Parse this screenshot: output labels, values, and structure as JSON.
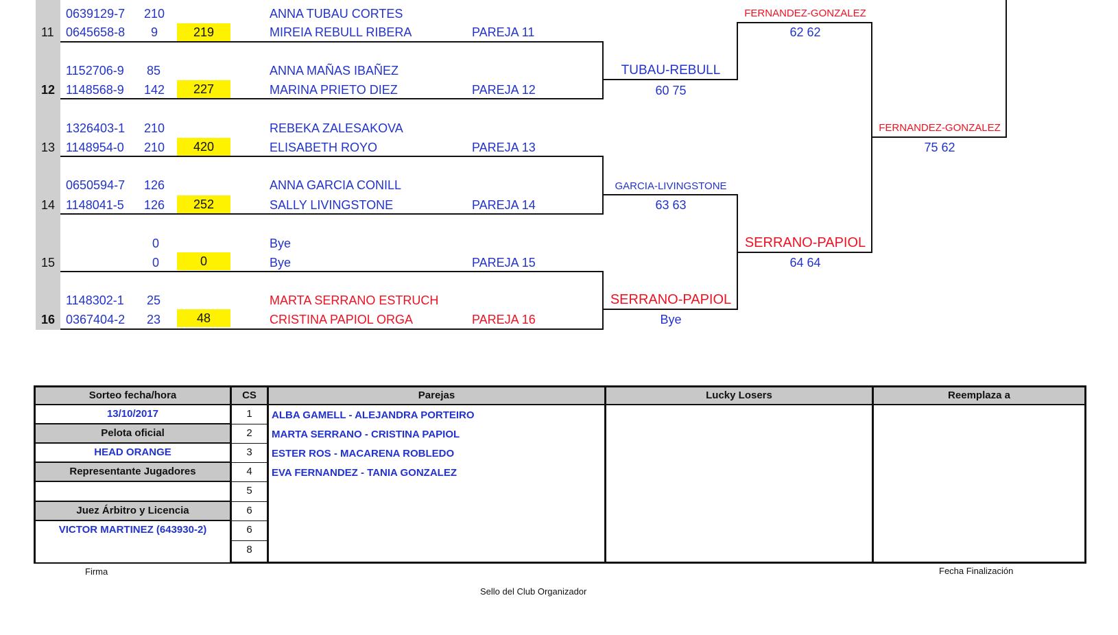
{
  "draw": {
    "rows": [
      {
        "seed": "11",
        "seed_bold": false,
        "lic1": "0639129-7",
        "pts1": "210",
        "lic2": "0645658-8",
        "pts2": "9",
        "sum": "219",
        "name1": "ANNA TUBAU CORTES",
        "name2": "MIREIA REBULL RIBERA",
        "pair": "PAREJA 11",
        "color": "blue"
      },
      {
        "seed": "12",
        "seed_bold": true,
        "lic1": "1152706-9",
        "pts1": "85",
        "lic2": "1148568-9",
        "pts2": "142",
        "sum": "227",
        "name1": "ANNA MAÑAS IBAÑEZ",
        "name2": "MARINA PRIETO DIEZ",
        "pair": "PAREJA 12",
        "color": "blue"
      },
      {
        "seed": "13",
        "seed_bold": false,
        "lic1": "1326403-1",
        "pts1": "210",
        "lic2": "1148954-0",
        "pts2": "210",
        "sum": "420",
        "name1": "REBEKA ZALESAKOVA",
        "name2": "ELISABETH ROYO",
        "pair": "PAREJA 13",
        "color": "blue"
      },
      {
        "seed": "14",
        "seed_bold": false,
        "lic1": "0650594-7",
        "pts1": "126",
        "lic2": "1148041-5",
        "pts2": "126",
        "sum": "252",
        "name1": "ANNA GARCIA CONILL",
        "name2": "SALLY LIVINGSTONE",
        "pair": "PAREJA 14",
        "color": "blue"
      },
      {
        "seed": "15",
        "seed_bold": false,
        "lic1": "",
        "pts1": "0",
        "lic2": "",
        "pts2": "0",
        "sum": "0",
        "name1": "Bye",
        "name2": "Bye",
        "pair": "PAREJA 15",
        "color": "blue"
      },
      {
        "seed": "16",
        "seed_bold": true,
        "lic1": "1148302-1",
        "pts1": "25",
        "lic2": "0367404-2",
        "pts2": "23",
        "sum": "48",
        "name1": "MARTA SERRANO ESTRUCH",
        "name2": "CRISTINA PAPIOL ORGA",
        "pair": "PAREJA 16",
        "color": "red"
      }
    ],
    "round2": [
      {
        "winner": "TUBAU-REBULL",
        "score": "60 75"
      },
      {
        "winner": "GARCIA-LIVINGSTONE",
        "score": "63 63"
      },
      {
        "winner": "SERRANO-PAPIOL",
        "score": "Bye"
      }
    ],
    "round3": [
      {
        "winner": "FERNANDEZ-GONZALEZ",
        "score": "62 62"
      },
      {
        "winner": "SERRANO-PAPIOL",
        "score": "64 64"
      }
    ],
    "round4": [
      {
        "winner": "FERNANDEZ-GONZALEZ",
        "score": "75 62"
      }
    ]
  },
  "table": {
    "headers": {
      "sorteo": "Sorteo fecha/hora",
      "cs": "CS",
      "parejas": "Parejas",
      "lucky": "Lucky Losers",
      "reemplaza": "Reemplaza a"
    },
    "sorteo_value": "13/10/2017",
    "pelota_label": "Pelota oficial",
    "pelota_value": "HEAD ORANGE",
    "representante_label": "Representante Jugadores",
    "representante_value": "",
    "juez_label": "Juez Árbitro y Licencia",
    "juez_value": "VICTOR MARTINEZ (643930-2)",
    "cs": [
      "1",
      "2",
      "3",
      "4",
      "5",
      "6",
      "6",
      "8"
    ],
    "parejas": [
      "ALBA GAMELL - ALEJANDRA PORTEIRO",
      "MARTA SERRANO - CRISTINA PAPIOL",
      "ESTER ROS - MACARENA ROBLEDO",
      "EVA FERNANDEZ - TANIA GONZALEZ"
    ]
  },
  "footer": {
    "firma": "Firma",
    "sello": "Sello del Club Organizador",
    "fecha": "Fecha Finalización"
  },
  "colors": {
    "blue": "#2233cc",
    "red": "#ee1122",
    "yellow": "#fff200",
    "gray": "#cfcfcf"
  }
}
